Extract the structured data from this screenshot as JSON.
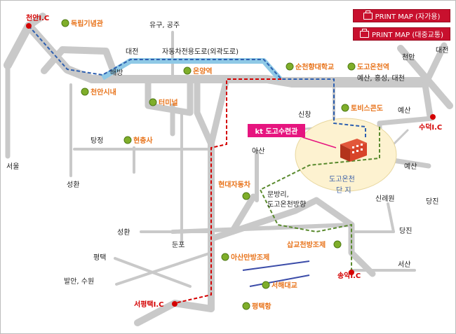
{
  "buttons": {
    "print_car": "PRINT MAP (자가용)",
    "print_public": "PRINT MAP (대중교통)"
  },
  "kt_label": "kt 도고수련관",
  "complex": {
    "line1": "도고온천",
    "line2": "단 지"
  },
  "ic": {
    "cheonan": "천안I.C",
    "sudeok": "수덕I.C",
    "songak": "송악I.C",
    "seopyeongtaek": "서평택I.C"
  },
  "poi": {
    "independence": "독립기념관",
    "onyang_station": "온양역",
    "cheonan_city": "천안시내",
    "terminal": "터미널",
    "hyeonchungsa": "현충사",
    "soonchunhyang": "순천향대학교",
    "dogo_station": "도고온천역",
    "tovice": "토비스콘도",
    "hyundai": "현대자동차",
    "sapgyo": "삽교천방조제",
    "asan_bay": "아산만방조제",
    "seohae_bridge": "서해대교",
    "pyeongtaek_port": "평택항"
  },
  "places": {
    "yugu": "유구, 공주",
    "expressway": "자동차전용도로(외곽도로)",
    "daejeon_top": "대전",
    "baebang": "배방",
    "cheonan_right": "천안",
    "daejeon_right": "대전",
    "yesan_list": "예산, 홍성, 대천",
    "yesan_1": "예산",
    "yesan_2": "예산",
    "sinchang": "신창",
    "asan": "아산",
    "tangjeong": "탕정",
    "seoul": "서울",
    "seonghwan_1": "성환",
    "seonghwan_2": "성환",
    "munbang_1": "문방리,",
    "munbang_2": "도고온천방향",
    "sillyewon": "신례원",
    "dangjin_1": "당진",
    "dangjin_2": "당진",
    "dunpo": "둔포",
    "pyeongtaek": "평택",
    "balan": "발안, 수원",
    "seosan": "서산"
  }
}
